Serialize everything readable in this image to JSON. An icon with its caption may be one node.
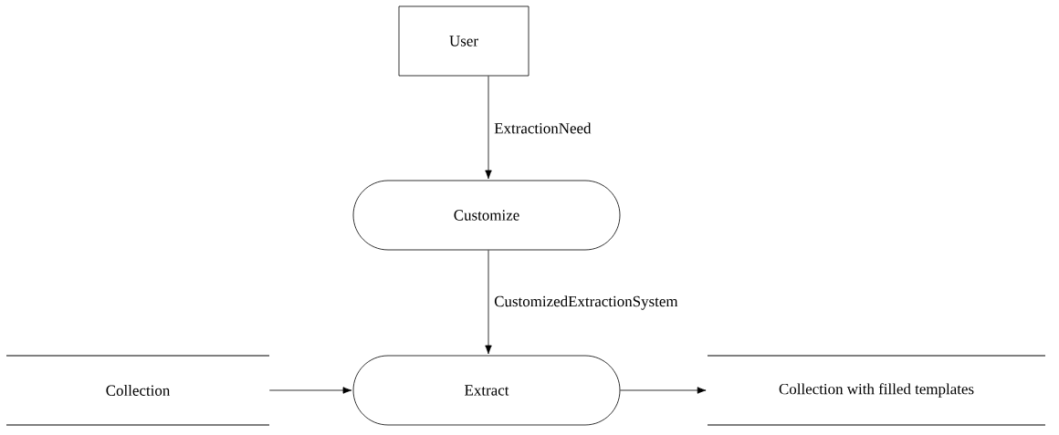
{
  "diagram": {
    "nodes": [
      {
        "text": [
          "User"
        ]
      },
      {
        "text": [
          "Customize"
        ]
      },
      {
        "text": [
          "Extract"
        ]
      },
      {
        "text": [
          "Collection"
        ]
      },
      {
        "text": [
          "Collection with filled templates"
        ]
      }
    ],
    "edges": [
      {
        "from": 0,
        "to": 1,
        "arrow": "to",
        "label": "ExtractionNeed"
      },
      {
        "from": 1,
        "to": 2,
        "arrow": "to",
        "label": "CustomizedExtractionSystem"
      },
      {
        "from": 3,
        "to": 2,
        "arrow": "to"
      },
      {
        "from": 2,
        "to": 4,
        "arrow": "to"
      }
    ]
  }
}
